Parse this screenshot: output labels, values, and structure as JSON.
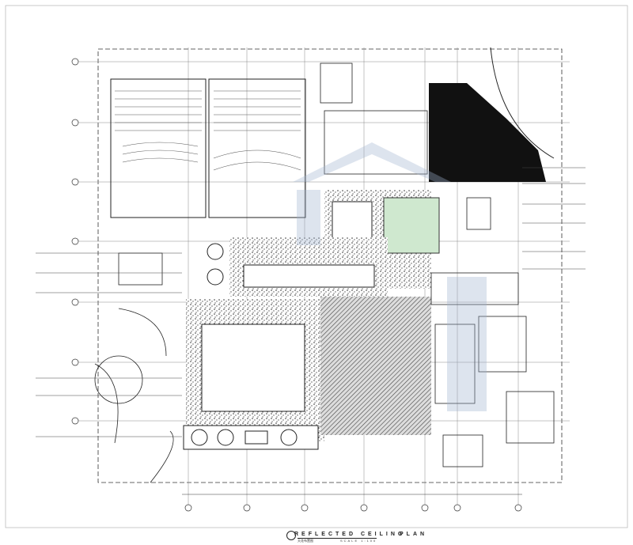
{
  "drawing": {
    "title_left": "REFLECTED CEILING",
    "title_right": "PLAN",
    "subtitle": "天花布置图",
    "scale": "SCALE 1:100"
  },
  "colors": {
    "line": "#111111",
    "hatch": "#555555",
    "green_zone": "#cfe8cf",
    "watermark_blue": "#9fb3cf"
  }
}
